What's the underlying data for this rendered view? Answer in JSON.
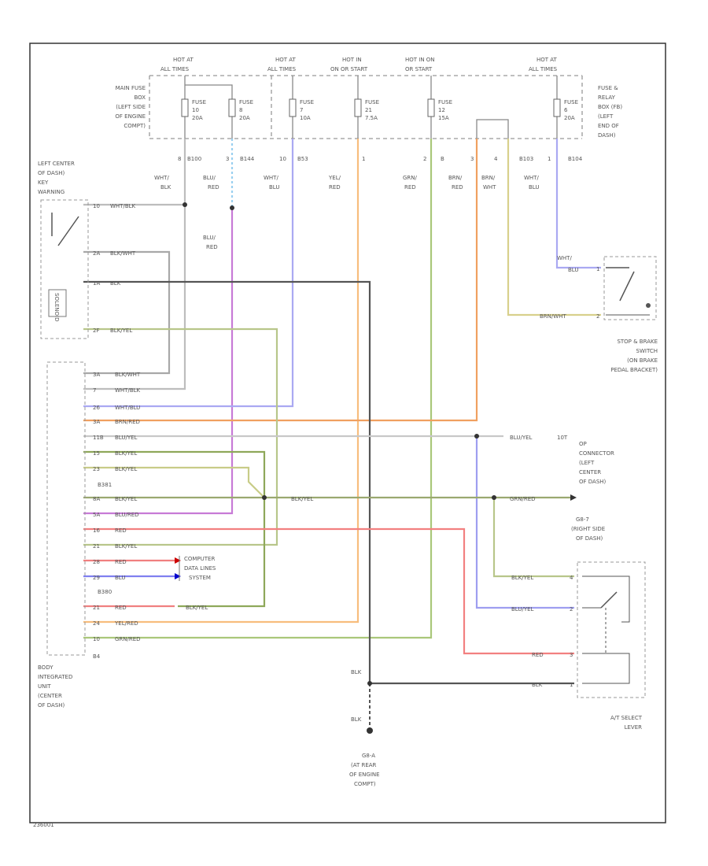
{
  "fuses": [
    {
      "hot": "HOT AT",
      "hot2": "ALL TIMES",
      "name": "FUSE",
      "num": "10",
      "amps": "20A"
    },
    {
      "hot": "",
      "hot2": "",
      "name": "FUSE",
      "num": "8",
      "amps": "20A"
    },
    {
      "hot": "HOT AT",
      "hot2": "ALL TIMES",
      "name": "FUSE",
      "num": "7",
      "amps": "10A"
    },
    {
      "hot": "HOT IN",
      "hot2": "ON OR START",
      "name": "FUSE",
      "num": "21",
      "amps": "7.5A"
    },
    {
      "hot": "HOT IN ON",
      "hot2": "OR START",
      "name": "FUSE",
      "num": "12",
      "amps": "15A"
    },
    {
      "hot": "HOT AT",
      "hot2": "ALL TIMES",
      "name": "FUSE",
      "num": "6",
      "amps": "20A"
    }
  ],
  "main_fuse_box": [
    "MAIN FUSE",
    "BOX",
    "(LEFT SIDE",
    "OF ENGINE",
    "COMPT)"
  ],
  "relay_box": [
    "FUSE &",
    "RELAY",
    "BOX (FB)",
    "(LEFT",
    "END OF",
    "DASH)"
  ],
  "key_switch": [
    "LEFT CENTER",
    "OF DASH)",
    "KEY",
    "WARNING"
  ],
  "connectors": [
    {
      "pin": "8",
      "conn": "B100"
    },
    {
      "pin": "3",
      "conn": "B144"
    },
    {
      "pin": "10",
      "conn": "B53"
    },
    {
      "pin": "1",
      "conn": ""
    },
    {
      "pin": "2",
      "conn": "B"
    },
    {
      "pin": "3",
      "conn": ""
    },
    {
      "pin": "4",
      "conn": "B103"
    },
    {
      "pin": "1",
      "conn": "B104"
    }
  ],
  "wire_colors_top": [
    {
      "l1": "WHT/",
      "l2": "BLK"
    },
    {
      "l1": "BLU/",
      "l2": "RED"
    },
    {
      "l1": "WHT/",
      "l2": "BLU"
    },
    {
      "l1": "YEL/",
      "l2": "RED"
    },
    {
      "l1": "GRN/",
      "l2": "RED"
    },
    {
      "l1": "BRN/",
      "l2": "RED"
    },
    {
      "l1": "BRN/",
      "l2": "WHT"
    },
    {
      "l1": "WHT/",
      "l2": "BLU"
    }
  ],
  "mid_label": {
    "l1": "BLU/",
    "l2": "RED"
  },
  "key_wires": [
    {
      "pin": "10",
      "color": "WHT/BLK"
    },
    {
      "pin": "2A",
      "color": "BLK/WHT"
    },
    {
      "pin": "1A",
      "color": "BLK"
    },
    {
      "pin": "2F",
      "color": "BLK/YEL"
    }
  ],
  "solenoid_label": "SOLENOID",
  "stop_switch": {
    "pin1": "WHT/",
    "pin1b": "BLU",
    "pin1n": "1",
    "pin2": "BRN/WHT",
    "pin2n": "2",
    "lines": [
      "STOP & BRAKE",
      "SWITCH",
      "(ON BRAKE",
      "PEDAL BRACKET)"
    ]
  },
  "biu_pins": [
    {
      "pin": "3A",
      "color": "BLK/WHT"
    },
    {
      "pin": "7",
      "color": "WHT/BLK"
    },
    {
      "pin": "26",
      "color": "WHT/BLU"
    },
    {
      "pin": "3A",
      "color": "BRN/RED"
    },
    {
      "pin": "11B",
      "color": "BLU/YEL"
    },
    {
      "pin": "15",
      "color": "BLK/YEL"
    },
    {
      "pin": "23",
      "color": "BLK/YEL"
    },
    {
      "pin": "8A",
      "color": "BLK/YEL"
    },
    {
      "pin": "5A",
      "color": "BLU/RED"
    },
    {
      "pin": "16",
      "color": "RED"
    },
    {
      "pin": "21",
      "color": "BLK/YEL"
    },
    {
      "pin": "28",
      "color": "RED"
    },
    {
      "pin": "29",
      "color": "BLU"
    },
    {
      "pin": "21",
      "color": "RED"
    },
    {
      "pin": "24",
      "color": "YEL/RED"
    },
    {
      "pin": "10",
      "color": "GRN/RED"
    }
  ],
  "biu_connectors": [
    "B381",
    "B380",
    "B4"
  ],
  "biu_lines": [
    "BODY",
    "INTEGRATED",
    "UNIT",
    "(CENTER",
    "OF DASH)"
  ],
  "computer_data": [
    "COMPUTER",
    "DATA LINES",
    "SYSTEM"
  ],
  "wire_labels": {
    "blkyel_mid": "BLK/YEL",
    "blkyel_low": "BLK/YEL",
    "blkyel_to_op": "BLU/YEL",
    "blkyel_op_pin": "10T",
    "grnred": "GRN/RED"
  },
  "op_connector": [
    "OP",
    "CONNECTOR",
    "(LEFT",
    "CENTER",
    "OF DASH)"
  ],
  "ground_right": [
    "G8-7",
    "(RIGHT SIDE",
    "OF DASH)"
  ],
  "at_select": {
    "pins": [
      {
        "pin": "4",
        "color": "BLK/YEL"
      },
      {
        "pin": "2",
        "color": "BLU/YEL"
      },
      {
        "pin": "3",
        "color": "RED"
      },
      {
        "pin": "1",
        "color": "BLK"
      }
    ],
    "lines": [
      "A/T SELECT",
      "LEVER"
    ]
  },
  "ground_bottom": {
    "wire1": "BLK",
    "wire2": "BLK",
    "lines": [
      "G8-A",
      "(AT REAR",
      "OF ENGINE",
      "COMPT)"
    ]
  },
  "diagram_id": "236001"
}
